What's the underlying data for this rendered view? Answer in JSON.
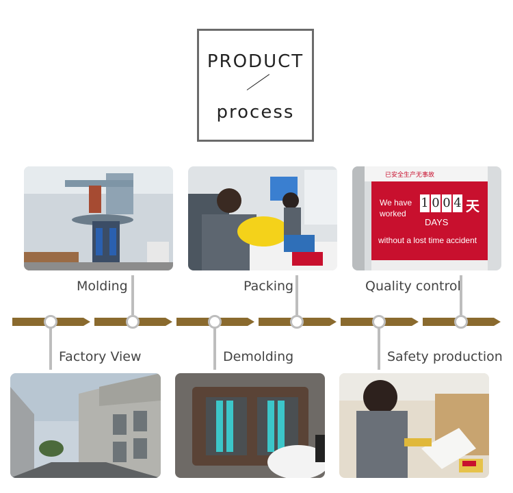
{
  "header": {
    "title_top": "PRODUCT",
    "title_bottom": "process"
  },
  "steps_top": [
    {
      "label": "Molding"
    },
    {
      "label": "Packing"
    },
    {
      "label": "Quality control"
    }
  ],
  "steps_bottom": [
    {
      "label": "Factory View"
    },
    {
      "label": "Demolding"
    },
    {
      "label": "Safety production"
    }
  ],
  "safety_sign": {
    "chinese_header": "已安全生产无事故",
    "we_have": "We have",
    "worked": "worked",
    "digits": [
      "1",
      "0",
      "0",
      "4"
    ],
    "days_char": "天",
    "days": "DAYS",
    "without": "without a lost time accident"
  },
  "colors": {
    "timeline": "#8a6a2e",
    "connector": "#bdbdbd",
    "sign_red": "#c8102e"
  }
}
